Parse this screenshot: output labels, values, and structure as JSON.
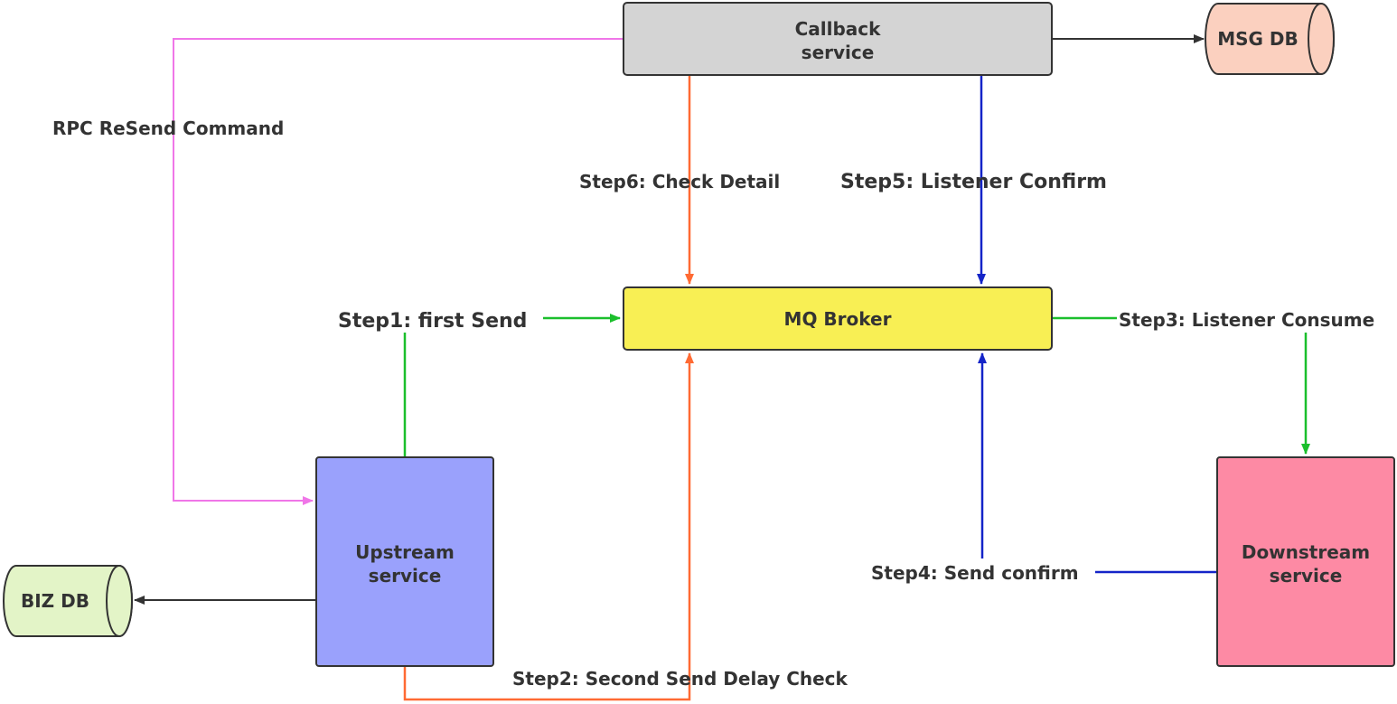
{
  "nodes": {
    "callback": {
      "line1": "Callback",
      "line2": "service"
    },
    "msg_db": {
      "label": "MSG DB"
    },
    "mq_broker": {
      "label": "MQ Broker"
    },
    "upstream": {
      "line1": "Upstream",
      "line2": "service"
    },
    "downstream": {
      "line1": "Downstream",
      "line2": "service"
    },
    "biz_db": {
      "label": "BIZ DB"
    }
  },
  "edges": {
    "rpc_resend": "RPC ReSend Command",
    "step1": "Step1:  first Send",
    "step2": "Step2:  Second Send Delay Check",
    "step3": "Step3:  Listener Consume",
    "step4": "Step4:  Send confirm",
    "step5": "Step5:   Listener Confirm",
    "step6": "Step6:   Check Detail"
  },
  "colors": {
    "callback_fill": "#d4d4d4",
    "msg_db_fill": "#fbd0bf",
    "mq_broker_fill": "#f8ef54",
    "upstream_fill": "#9aa1fc",
    "downstream_fill": "#fd8aa4",
    "biz_db_fill": "#e3f4c7",
    "stroke_dark": "#333333",
    "green": "#1bbf2c",
    "orange": "#ff6a33",
    "blue": "#1424c8",
    "pink": "#f076e8"
  }
}
